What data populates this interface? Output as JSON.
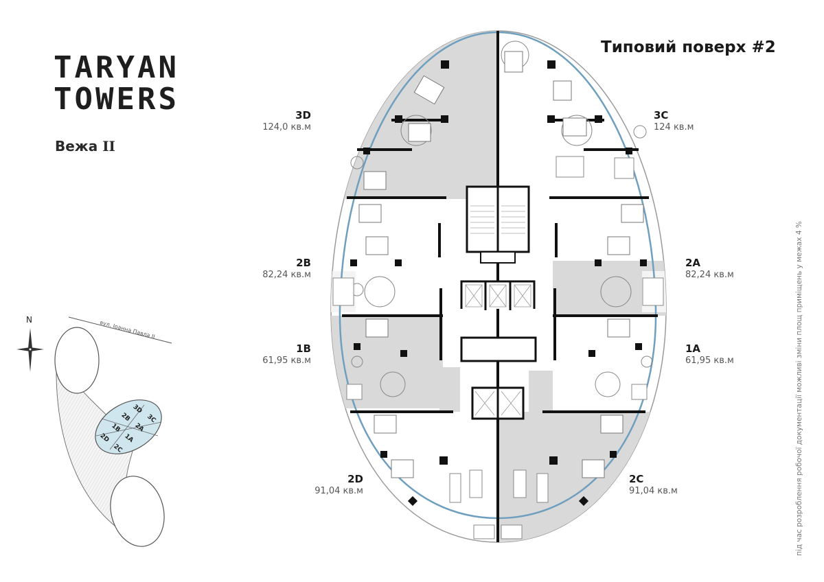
{
  "brand": {
    "line1": "TARYAN",
    "line2": "TOWERS"
  },
  "tower": {
    "label": "Вежа",
    "number": "II"
  },
  "floor_title": "Типовий поверх #2",
  "units": [
    {
      "code": "3D",
      "area": "124,0 кв.м",
      "side": "left"
    },
    {
      "code": "3C",
      "area": "124 кв.м",
      "side": "right"
    },
    {
      "code": "2B",
      "area": "82,24 кв.м",
      "side": "left"
    },
    {
      "code": "2A",
      "area": "82,24 кв.м",
      "side": "right"
    },
    {
      "code": "1B",
      "area": "61,95 кв.м",
      "side": "left"
    },
    {
      "code": "1A",
      "area": "61,95 кв.м",
      "side": "right"
    },
    {
      "code": "2D",
      "area": "91,04 кв.м",
      "side": "left"
    },
    {
      "code": "2C",
      "area": "91,04 кв.м",
      "side": "right"
    }
  ],
  "site_map": {
    "north_label": "N",
    "street_label": "вул. Іоанна Павла ІІ",
    "highlight_units": [
      "3D",
      "3C",
      "2B",
      "2A",
      "1B",
      "1A",
      "2D",
      "2C"
    ]
  },
  "disclaimer": "під час розроблення робочої документації можливі зміни площ приміщень у межах 4 %",
  "colors": {
    "glass": "#6f9fbf",
    "shaded_unit": "#d9d9d9",
    "map_highlight": "#cfe6ef",
    "wall": "#111111"
  }
}
